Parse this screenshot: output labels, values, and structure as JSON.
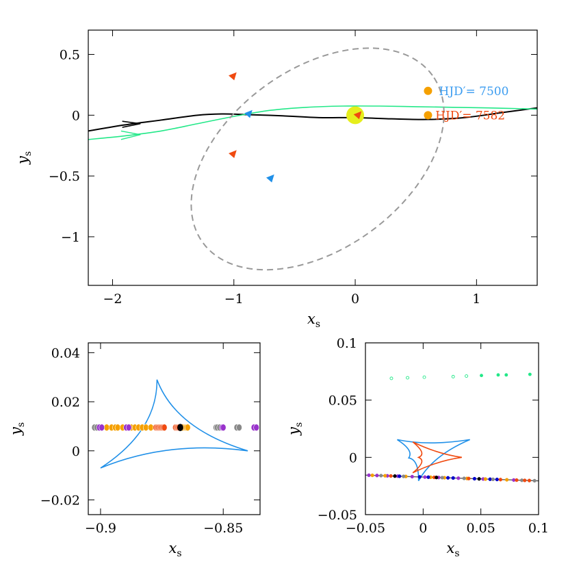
{
  "chart_data": [
    {
      "type": "line",
      "panel": "top",
      "xlim": [
        -2.2,
        1.5
      ],
      "ylim": [
        -1.4,
        0.7
      ],
      "xticks": [
        -2,
        -1,
        0,
        1
      ],
      "xtick_labels": [
        "−2",
        "−1",
        "0",
        "1"
      ],
      "yticks": [
        0.5,
        0,
        -0.5,
        -1
      ],
      "ytick_labels": [
        "0.5",
        "0",
        "−0.5",
        "−1"
      ],
      "xlabel": "x",
      "xlabel_sub": "s",
      "ylabel": "y",
      "ylabel_sub": "s",
      "grid": false,
      "series": [
        {
          "kind": "trajectory",
          "color": "#000000",
          "x": [
            -2.2,
            -1.9,
            -1.6,
            -1.3,
            -1.1,
            -0.9,
            -0.6,
            -0.3,
            0,
            0.3,
            0.6,
            0.9,
            1.2,
            1.5
          ],
          "y": [
            -0.13,
            -0.08,
            -0.04,
            0.0,
            0.01,
            0.005,
            -0.005,
            -0.02,
            -0.02,
            -0.03,
            -0.035,
            -0.02,
            0.02,
            0.06
          ]
        },
        {
          "kind": "trajectory",
          "color": "#22e888",
          "x": [
            -2.2,
            -1.9,
            -1.6,
            -1.3,
            -1.0,
            -0.7,
            -0.4,
            -0.1,
            0.2,
            0.5,
            0.8,
            1.1,
            1.5
          ],
          "y": [
            -0.2,
            -0.17,
            -0.13,
            -0.07,
            -0.01,
            0.04,
            0.065,
            0.075,
            0.075,
            0.07,
            0.065,
            0.06,
            0.05
          ]
        },
        {
          "kind": "dashed-ellipse",
          "color": "#999999",
          "center": [
            -0.31,
            -0.36
          ],
          "semi_axes": [
            1.17,
            0.74
          ],
          "angle_deg": 36
        }
      ],
      "points": [
        {
          "x": 0.0,
          "y": 0.0,
          "color": "#e6ee1c",
          "kind": "lens-disk"
        },
        {
          "x": 0.6,
          "y": 0.2,
          "color": "#f5a000",
          "kind": "source-dot"
        },
        {
          "x": 0.6,
          "y": 0.0,
          "color": "#f5a000",
          "kind": "source-dot"
        }
      ],
      "markers": [
        {
          "x": -1.01,
          "y": 0.32,
          "color": "#f04a10"
        },
        {
          "x": -1.01,
          "y": -0.32,
          "color": "#f04a10"
        },
        {
          "x": -0.88,
          "y": 0.01,
          "color": "#2090e8"
        },
        {
          "x": -0.7,
          "y": -0.52,
          "color": "#2090e8"
        },
        {
          "x": 0.02,
          "y": 0.0,
          "color": "#f04a10"
        }
      ],
      "annotations": [
        {
          "text": "HJD′= 7500",
          "x": 0.69,
          "y": 0.2,
          "color": "#3b9cf0"
        },
        {
          "text": "HJD′= 7582",
          "x": 0.66,
          "y": 0.0,
          "color": "#f04a10"
        }
      ]
    },
    {
      "type": "scatter",
      "panel": "bottom-left",
      "xlim": [
        -0.905,
        -0.835
      ],
      "ylim": [
        -0.026,
        0.044
      ],
      "xticks": [
        -0.9,
        -0.85
      ],
      "xtick_labels": [
        "−0.9",
        "−0.85"
      ],
      "yticks": [
        0.04,
        0.02,
        0,
        -0.02
      ],
      "ytick_labels": [
        "0.04",
        "0.02",
        "0",
        "−0.02"
      ],
      "xlabel": "x",
      "xlabel_sub": "s",
      "ylabel": "y",
      "ylabel_sub": "s",
      "caustic": {
        "color": "#2090e8",
        "cusps": [
          [
            -0.877,
            0.029
          ],
          [
            -0.84,
            0.0
          ],
          [
            -0.9,
            -0.007
          ]
        ],
        "center": [
          -0.873,
          0.007
        ]
      },
      "points_y": 0.0095,
      "point_groups": [
        {
          "color": "#888888",
          "x": [
            -0.9025,
            -0.9015,
            -0.853,
            -0.8525,
            -0.8515,
            -0.8445,
            -0.8435
          ]
        },
        {
          "color": "#f5a000",
          "x": [
            -0.8975,
            -0.8955,
            -0.894,
            -0.893,
            -0.891,
            -0.8875,
            -0.886,
            -0.8845,
            -0.883,
            -0.8815,
            -0.8795,
            -0.8665,
            -0.8655,
            -0.865,
            -0.8645
          ]
        },
        {
          "color": "#9933cc",
          "x": [
            -0.9005,
            -0.8995,
            -0.8895,
            -0.8885,
            -0.8505,
            -0.85,
            -0.8375,
            -0.8365
          ]
        },
        {
          "color": "#f04a10",
          "x": [
            -0.8775,
            -0.877,
            -0.8765,
            -0.876,
            -0.8755,
            -0.875,
            -0.8745,
            -0.874,
            -0.8695,
            -0.869,
            -0.8685,
            -0.868
          ]
        },
        {
          "color": "#000000",
          "x": [
            -0.8675
          ]
        }
      ]
    },
    {
      "type": "scatter",
      "panel": "bottom-right",
      "xlim": [
        -0.05,
        0.1
      ],
      "ylim": [
        -0.05,
        0.1
      ],
      "xticks": [
        -0.05,
        0,
        0.05,
        0.1
      ],
      "xtick_labels": [
        "−0.05",
        "0",
        "0.05",
        "0.1"
      ],
      "yticks": [
        0.1,
        0.05,
        0,
        -0.05
      ],
      "ytick_labels": [
        "0.1",
        "0.05",
        "0",
        "−0.05"
      ],
      "xlabel": "x",
      "xlabel_sub": "s",
      "ylabel": "y",
      "ylabel_sub": "s",
      "caustics": [
        {
          "color": "#2090e8",
          "vertices": [
            [
              -0.0225,
              0.0155
            ],
            [
              0.0405,
              0.0155
            ],
            [
              -0.004,
              -0.0205
            ],
            [
              -0.0125,
              -0.0005
            ],
            [
              -0.0225,
              0.0155
            ]
          ],
          "center": [
            0.0,
            0.005
          ]
        },
        {
          "color": "#f04a10",
          "vertices": [
            [
              -0.009,
              0.0135
            ],
            [
              0.0335,
              0.0
            ],
            [
              -0.009,
              -0.0135
            ],
            [
              -0.004,
              0.0
            ],
            [
              -0.009,
              0.0135
            ]
          ],
          "center": [
            0.012,
            0.0
          ]
        }
      ],
      "green_track": {
        "color": "#22e888",
        "x": [
          -0.0275,
          -0.0135,
          0.001,
          0.026,
          0.0375,
          0.0505,
          0.065,
          0.072,
          0.0925
        ],
        "y": [
          0.069,
          0.0695,
          0.07,
          0.0705,
          0.071,
          0.0715,
          0.072,
          0.072,
          0.0725
        ],
        "filled": [
          false,
          false,
          false,
          false,
          false,
          true,
          true,
          true,
          true
        ]
      },
      "track_line": {
        "x": [
          -0.05,
          0.1
        ],
        "y": [
          -0.0155,
          -0.0205
        ]
      },
      "point_groups": [
        {
          "color": "#9933cc",
          "x": [
            -0.047,
            -0.04,
            -0.031,
            -0.022,
            -0.0095,
            0.0015,
            0.0135,
            0.0305,
            0.052,
            0.0785
          ]
        },
        {
          "color": "#f5a000",
          "x": [
            -0.044,
            -0.033,
            -0.015,
            0.0065,
            0.0185,
            0.038,
            0.054,
            0.0725
          ]
        },
        {
          "color": "#0000cc",
          "x": [
            -0.0205,
            -0.003,
            0.0045,
            0.0215,
            0.026,
            0.0445,
            0.058,
            0.064
          ]
        },
        {
          "color": "#888888",
          "x": [
            -0.0365,
            -0.017,
            0.0165,
            0.0355,
            0.0605,
            0.0855,
            0.0965
          ]
        },
        {
          "color": "#f04a10",
          "x": [
            -0.028,
            0.0095,
            0.0395,
            0.067,
            0.081,
            0.088,
            0.092
          ]
        },
        {
          "color": "#000000",
          "x": [
            -0.0245,
            0.0115,
            0.0485
          ]
        }
      ]
    }
  ]
}
